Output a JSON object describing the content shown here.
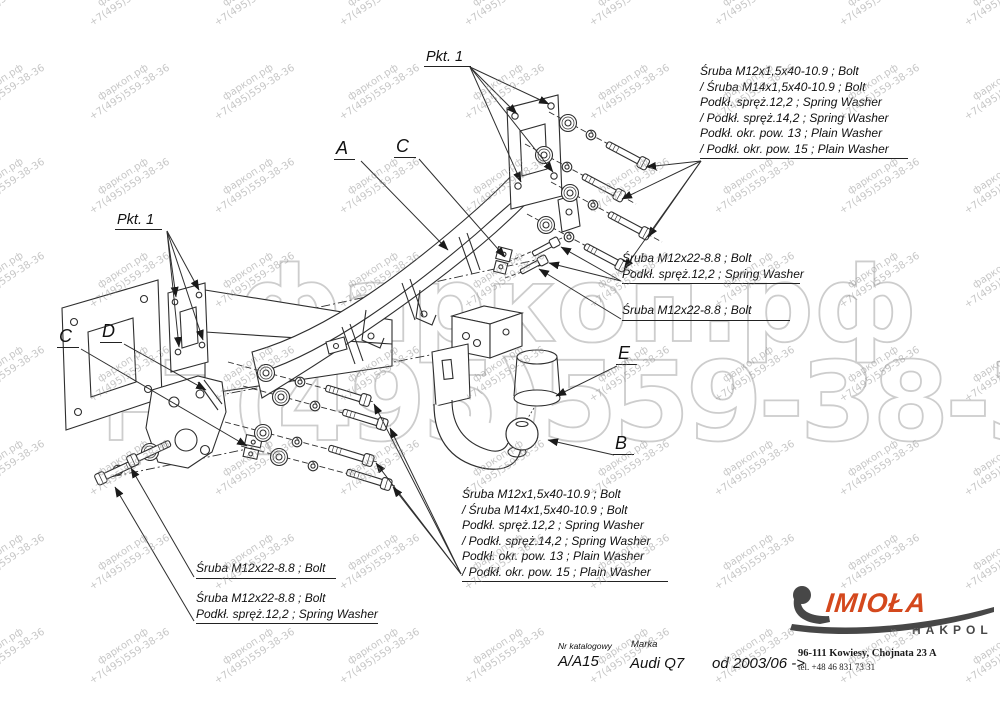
{
  "watermark": {
    "site": "фаркоп.рф",
    "phone": "+7(495)559-38-36"
  },
  "drawing_labels": {
    "pkt1_top": "Pkt. 1",
    "pkt1_left": "Pkt. 1",
    "part_a": "A",
    "part_c_top": "C",
    "part_c_left": "C",
    "part_d": "D",
    "part_e": "E",
    "part_b": "B"
  },
  "notes": {
    "top_right": [
      "Śruba M12x1,5x40-10.9 ;  Bolt",
      "/ Śruba M14x1,5x40-10.9 ;  Bolt",
      "Podkł. spręż.12,2 ; Spring Washer",
      "/ Podkł. spręż.14,2 ; Spring Washer",
      "Podkł. okr. pow. 13 ; Plain Washer",
      "/ Podkł. okr. pow. 15 ; Plain Washer"
    ],
    "mid_right_top": [
      "Śruba M12x22-8.8 ;  Bolt",
      "Podkł. spręż.12,2 ; Spring Washer"
    ],
    "mid_right_bottom": [
      "Śruba M12x22-8.8 ;  Bolt"
    ],
    "bottom_center": [
      "Śruba M12x1,5x40-10.9 ;  Bolt",
      "/ Śruba M14x1,5x40-10.9 ;  Bolt",
      "Podkł. spręż.12,2 ; Spring Washer",
      "/ Podkł. spręż.14,2 ; Spring Washer",
      "Podkł. okr. pow. 13 ; Plain Washer",
      "/ Podkł. okr. pow. 15 ; Plain Washer"
    ],
    "bottom_left_top": [
      "Śruba M12x22-8.8 ;  Bolt"
    ],
    "bottom_left_bottom": [
      "Śruba M12x22-8.8 ;  Bolt",
      "Podkł. spręż.12,2 ; Spring Washer"
    ]
  },
  "footer": {
    "catalog_label": "Nr katalogowy",
    "catalog_value": "A/A15",
    "brand_label": "Marka",
    "brand_value": "Audi Q7",
    "year_range": "od 2003/06 ->"
  },
  "company": {
    "name": "IMIOŁA",
    "division": "HAKPOL",
    "address": "96-111 Kowiesy, Chojnata 23 A",
    "phone": "tel. +48 46 831 73 31"
  },
  "colors": {
    "logo_red": "#d4481d",
    "logo_gray": "#474747",
    "line": "#2e2e2e",
    "watermark_gray": "#8f8f8f"
  }
}
